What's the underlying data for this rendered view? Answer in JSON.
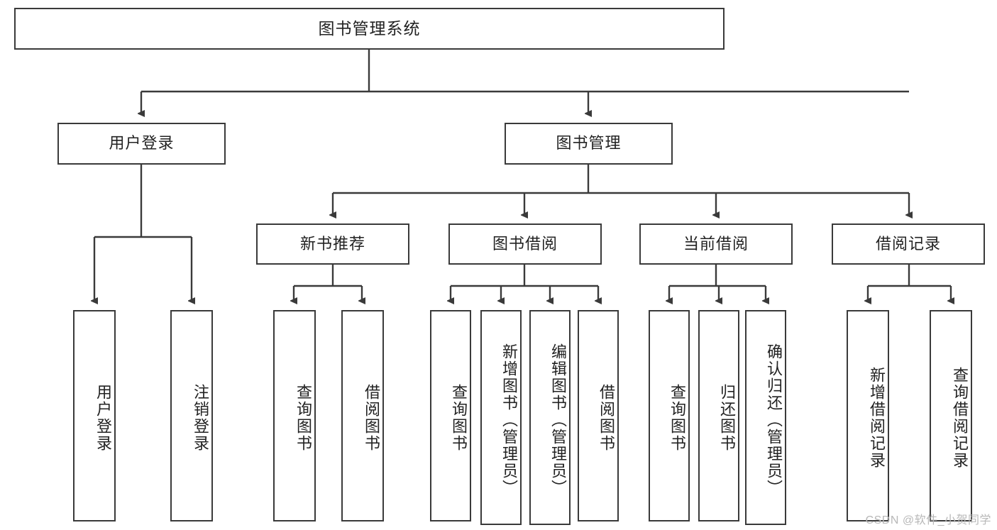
{
  "diagram": {
    "title": "图书管理系统",
    "type": "tree",
    "watermark": "CSDN @软件_小贺同学"
  },
  "root": {
    "label": "图书管理系统"
  },
  "level1": [
    {
      "label": "用户登录"
    },
    {
      "label": "图书管理"
    }
  ],
  "level2": [
    {
      "label": "新书推荐"
    },
    {
      "label": "图书借阅"
    },
    {
      "label": "当前借阅"
    },
    {
      "label": "借阅记录"
    }
  ],
  "leaves": {
    "user_login": [
      {
        "label": "用户登录"
      },
      {
        "label": "注销登录"
      }
    ],
    "new_book_recommend": [
      {
        "label": "查询图书"
      },
      {
        "label": "借阅图书"
      }
    ],
    "book_borrow": [
      {
        "label": "查询图书"
      },
      {
        "label": "新增图书（管理员）"
      },
      {
        "label": "编辑图书（管理员）"
      },
      {
        "label": "借阅图书"
      }
    ],
    "current_borrow": [
      {
        "label": "查询图书"
      },
      {
        "label": "归还图书"
      },
      {
        "label": "确认归还（管理员）"
      }
    ],
    "borrow_record": [
      {
        "label": "新增借阅记录"
      },
      {
        "label": "查询借阅记录"
      }
    ]
  },
  "colors": {
    "border": "#3a3a3a",
    "text": "#222222",
    "background": "#ffffff",
    "watermark": "#b8b8b8"
  }
}
